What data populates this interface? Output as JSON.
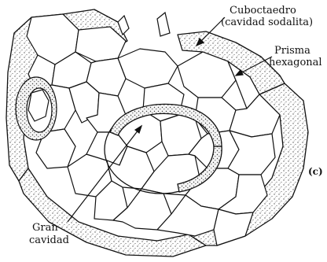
{
  "figure": {
    "labels": {
      "cuboctahedron_line1": "Cuboctaedro",
      "cuboctahedron_line2": "(cavidad sodalita)",
      "prism_line1": "Prisma",
      "prism_line2": "hexagonal",
      "cavity_line1": "Gran",
      "cavity_line2": "cavidad",
      "panel": "(c)"
    },
    "colors": {
      "ink": "#111111",
      "paper": "#ffffff",
      "stipple": "#555555"
    }
  }
}
